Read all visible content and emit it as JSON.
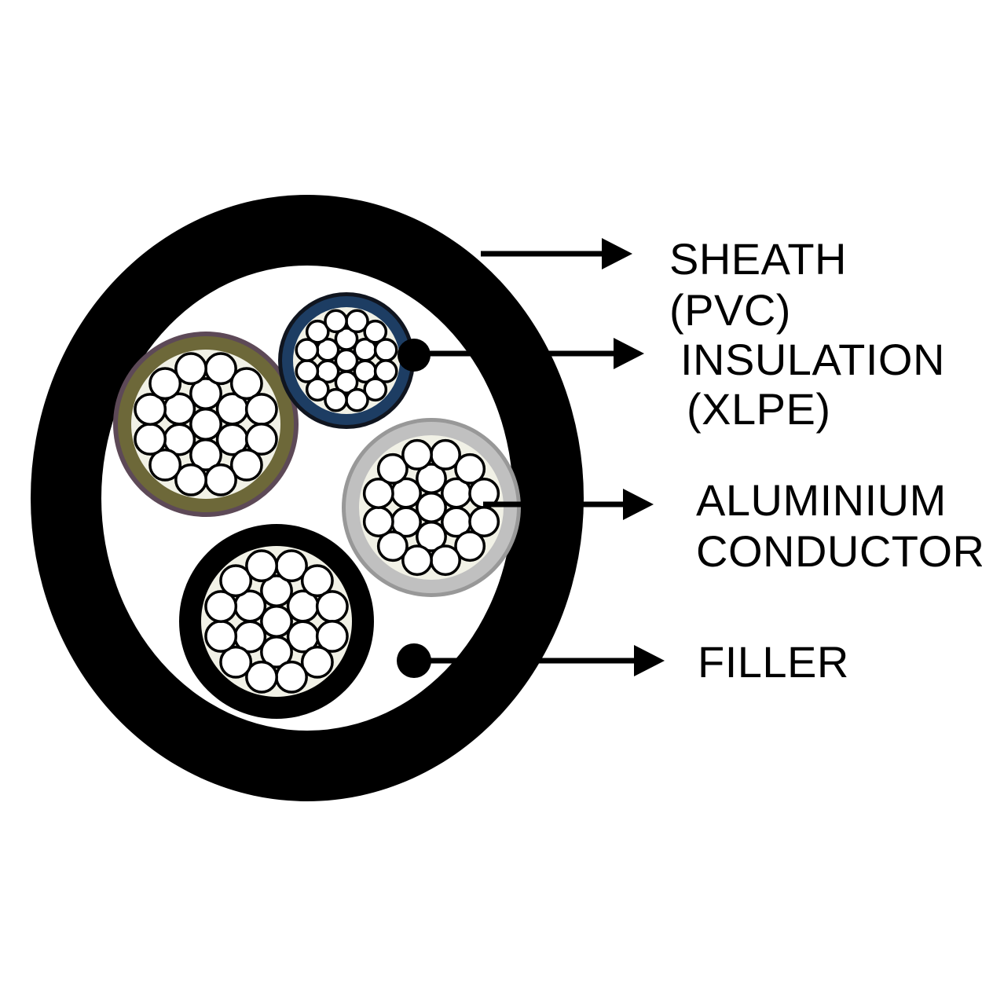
{
  "diagram": {
    "type": "cable-cross-section",
    "labels": {
      "sheath_line1": "SHEATH",
      "sheath_line2": "(PVC)",
      "insulation_line1": "INSULATION",
      "insulation_line2": "(XLPE)",
      "conductor_line1": "ALUMINIUM",
      "conductor_line2": "CONDUCTOR",
      "filler": "FILLER"
    },
    "colors": {
      "background": "#ffffff",
      "sheath": "#000000",
      "core_interior": "#f1f1e6",
      "strand_fill": "#ffffff",
      "strand_stroke": "#000000",
      "filler_dot": "#000000",
      "arrow": "#000000",
      "label_text": "#000000"
    },
    "cores": [
      {
        "name": "core-phase-top-left",
        "insulation_color": "#6d6839",
        "edge_color": "#5d4957",
        "strand_count": 19
      },
      {
        "name": "core-phase-top",
        "insulation_color": "#1d3d63",
        "edge_color": "#10151f",
        "strand_count": 19
      },
      {
        "name": "core-phase-right",
        "insulation_color": "#c0c0c0",
        "edge_color": "#989898",
        "strand_count": 19
      },
      {
        "name": "core-neutral-bottom",
        "insulation_color": "#000000",
        "edge_color": "#000000",
        "strand_count": 19
      }
    ],
    "filler_dot_count": 2
  }
}
